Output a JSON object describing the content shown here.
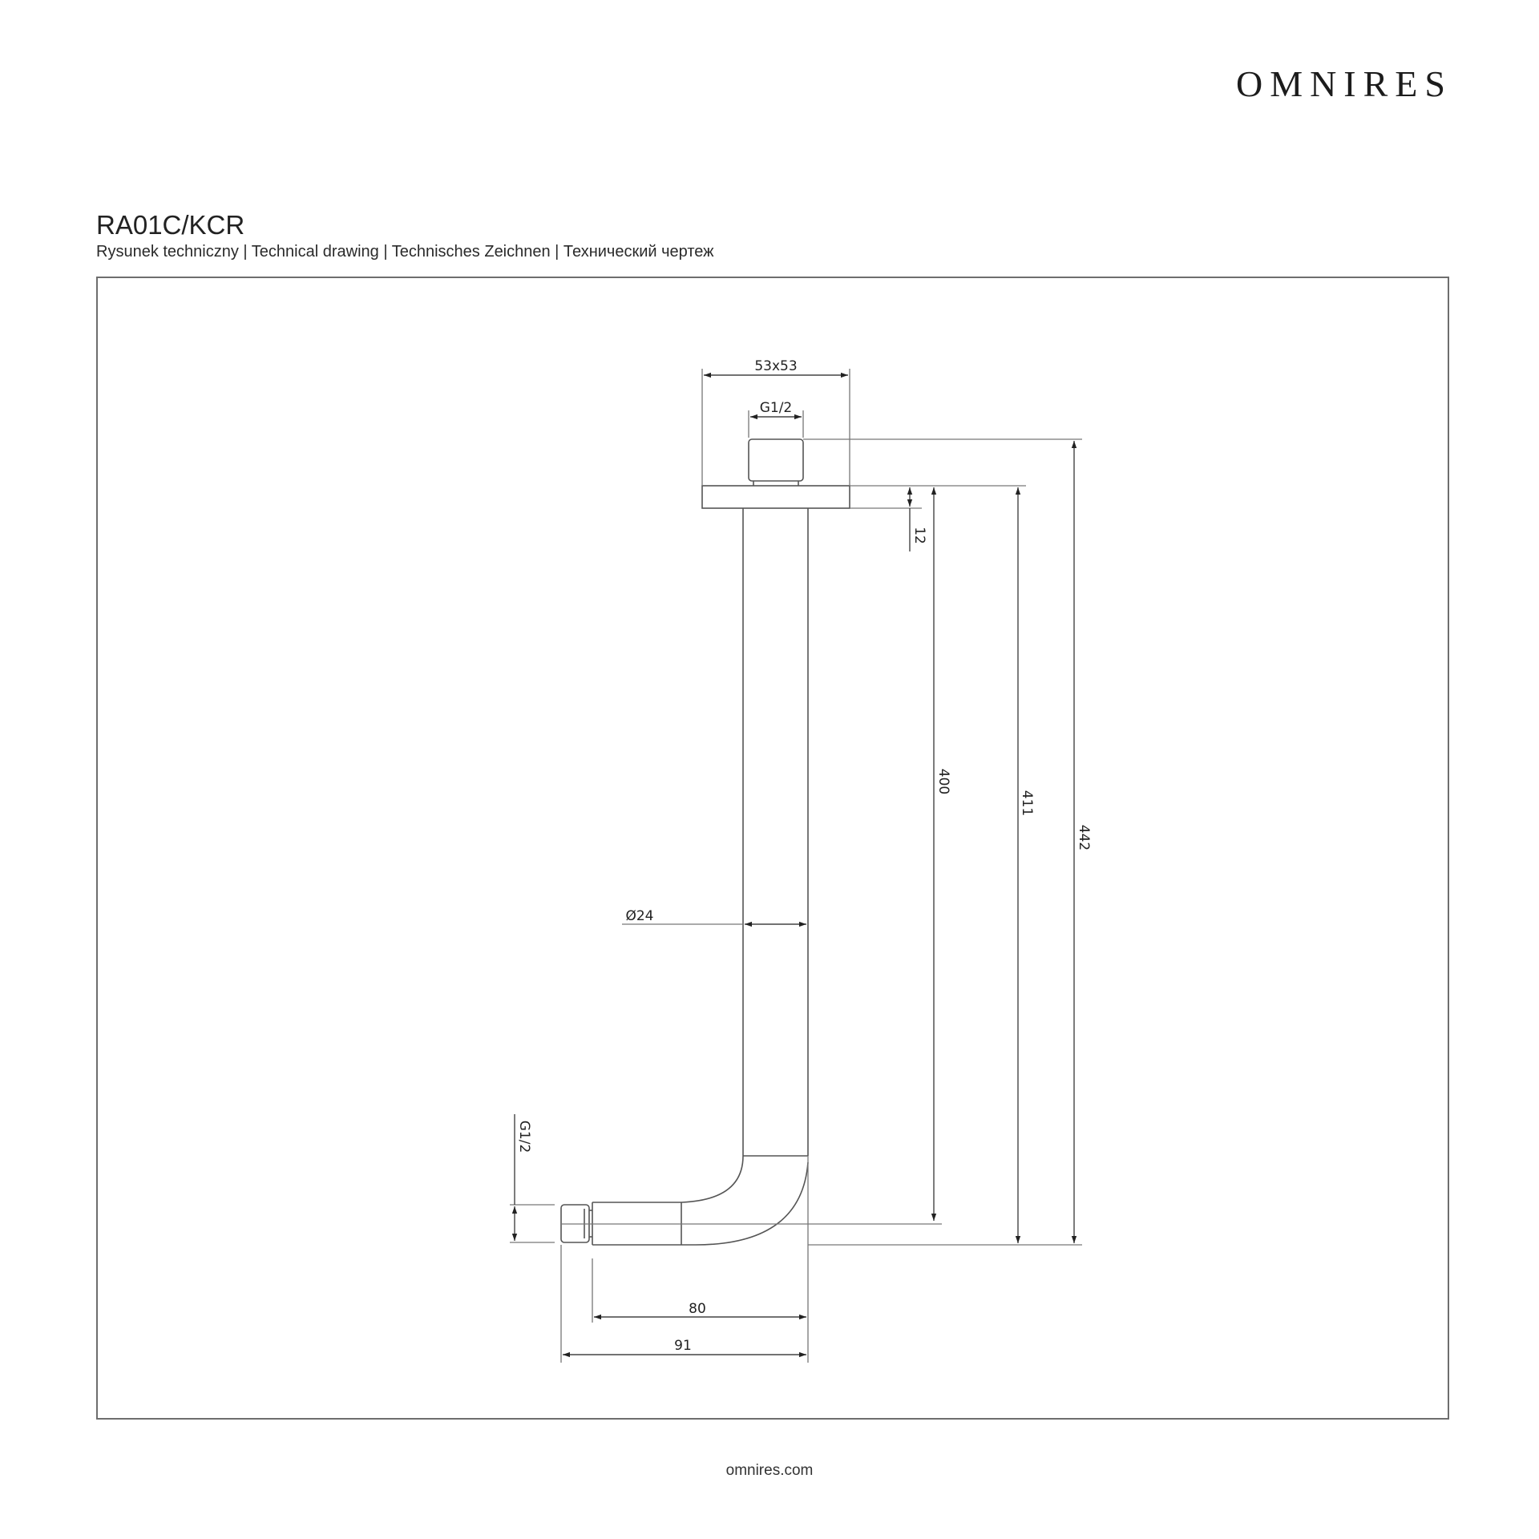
{
  "header": {
    "brand": "OMNIRES",
    "product_code": "RA01C/KCR",
    "subtitle": "Rysunek techniczny | Technical drawing | Technisches Zeichnen | Технический чертеж"
  },
  "drawing": {
    "subject": "shower arm ceiling mount",
    "dimensions": {
      "flange_size": "53x53",
      "top_thread": "G1/2",
      "flange_thickness": "12",
      "pipe_length": "400",
      "length_to_outlet": "411",
      "overall_height": "442",
      "pipe_diameter": "Ø24",
      "outlet_thread": "G1/2",
      "arm_projection": "80",
      "overall_projection": "91"
    },
    "colors": {
      "line": "#555555",
      "text": "#222222",
      "frame": "#6e6e6e"
    }
  },
  "footer": {
    "website": "omnires.com"
  }
}
